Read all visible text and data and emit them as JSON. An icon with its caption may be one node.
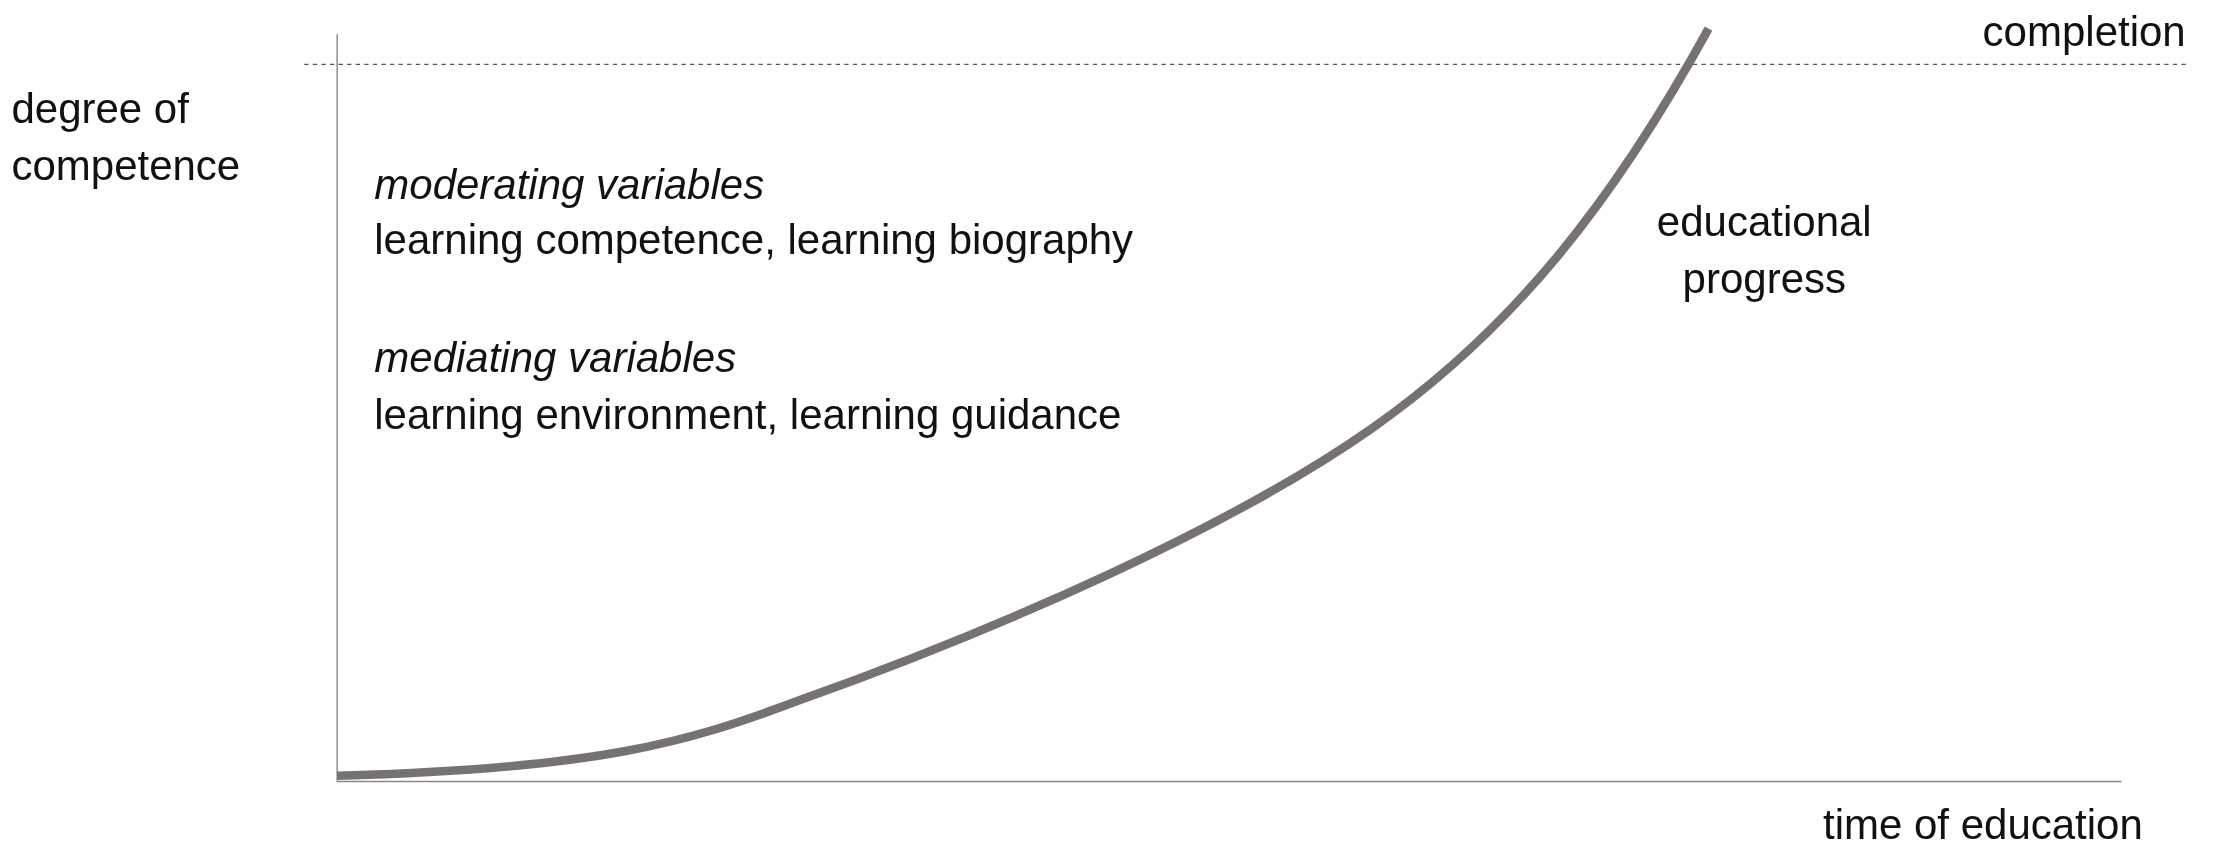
{
  "diagram": {
    "labels": [
      "completion",
      "degree of competence",
      "moderating variables",
      "learning competence, learning biography",
      "educational progress",
      "mediating variables",
      "learning environment, learning guidance",
      "time of education"
    ]
  }
}
